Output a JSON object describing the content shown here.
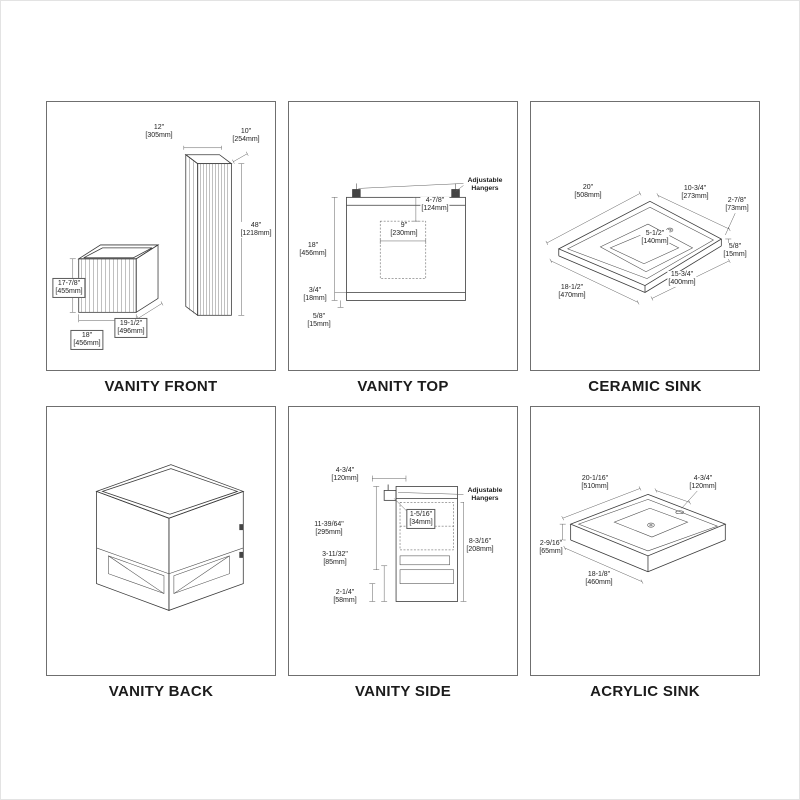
{
  "panels": [
    {
      "id": "vanity-front",
      "caption": "VANITY FRONT",
      "labels": [
        {
          "in": "12\"",
          "mm": "[305mm]"
        },
        {
          "in": "10\"",
          "mm": "[254mm]"
        },
        {
          "in": "48\"",
          "mm": "[1218mm]"
        },
        {
          "in": "17-7/8\"",
          "mm": "[455mm]"
        },
        {
          "in": "18\"",
          "mm": "[456mm]"
        },
        {
          "in": "19-1/2\"",
          "mm": "[496mm]"
        }
      ]
    },
    {
      "id": "vanity-top",
      "caption": "VANITY TOP",
      "annotation": "Adjustable Hangers",
      "labels": [
        {
          "in": "4-7/8\"",
          "mm": "[124mm]"
        },
        {
          "in": "18\"",
          "mm": "[456mm]"
        },
        {
          "in": "9\"",
          "mm": "[230mm]"
        },
        {
          "in": "3/4\"",
          "mm": "[18mm]"
        },
        {
          "in": "5/8\"",
          "mm": "[15mm]"
        }
      ]
    },
    {
      "id": "ceramic-sink",
      "caption": "CERAMIC SINK",
      "labels": [
        {
          "in": "20\"",
          "mm": "[508mm]"
        },
        {
          "in": "10-3/4\"",
          "mm": "[273mm]"
        },
        {
          "in": "2-7/8\"",
          "mm": "[73mm]"
        },
        {
          "in": "5-1/2\"",
          "mm": "[140mm]"
        },
        {
          "in": "5/8\"",
          "mm": "[15mm]"
        },
        {
          "in": "15-3/4\"",
          "mm": "[400mm]"
        },
        {
          "in": "18-1/2\"",
          "mm": "[470mm]"
        }
      ]
    },
    {
      "id": "vanity-back",
      "caption": "VANITY BACK",
      "labels": []
    },
    {
      "id": "vanity-side",
      "caption": "VANITY SIDE",
      "annotation": "Adjustable Hangers",
      "labels": [
        {
          "in": "4-3/4\"",
          "mm": "[120mm]"
        },
        {
          "in": "11-39/64\"",
          "mm": "[295mm]"
        },
        {
          "in": "3-11/32\"",
          "mm": "[85mm]"
        },
        {
          "in": "2-1/4\"",
          "mm": "[58mm]"
        },
        {
          "in": "8-3/16\"",
          "mm": "[208mm]"
        },
        {
          "in": "1-5/16\"",
          "mm": "[34mm]"
        }
      ]
    },
    {
      "id": "acrylic-sink",
      "caption": "ACRYLIC SINK",
      "labels": [
        {
          "in": "20-1/16\"",
          "mm": "[510mm]"
        },
        {
          "in": "4-3/4\"",
          "mm": "[120mm]"
        },
        {
          "in": "2-9/16\"",
          "mm": "[65mm]"
        },
        {
          "in": "18-1/8\"",
          "mm": "[460mm]"
        }
      ]
    }
  ]
}
